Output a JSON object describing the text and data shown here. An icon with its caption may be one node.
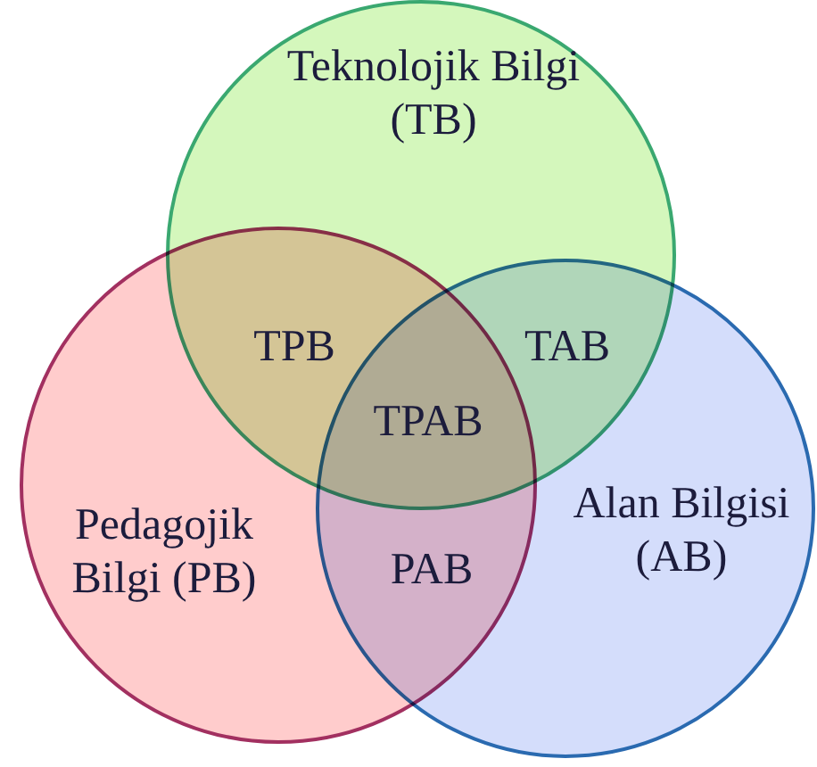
{
  "diagram": {
    "nodes": [
      {
        "text": [
          "Teknolojik Bilgi (TB)"
        ]
      },
      {
        "text": [
          "Pedagojik Bilgi (PB)"
        ]
      },
      {
        "text": [
          "Alan Bilgisi (AB)"
        ]
      }
    ],
    "labels": [
      "TPB",
      "TAB",
      "TPAB",
      "PAB"
    ]
  }
}
